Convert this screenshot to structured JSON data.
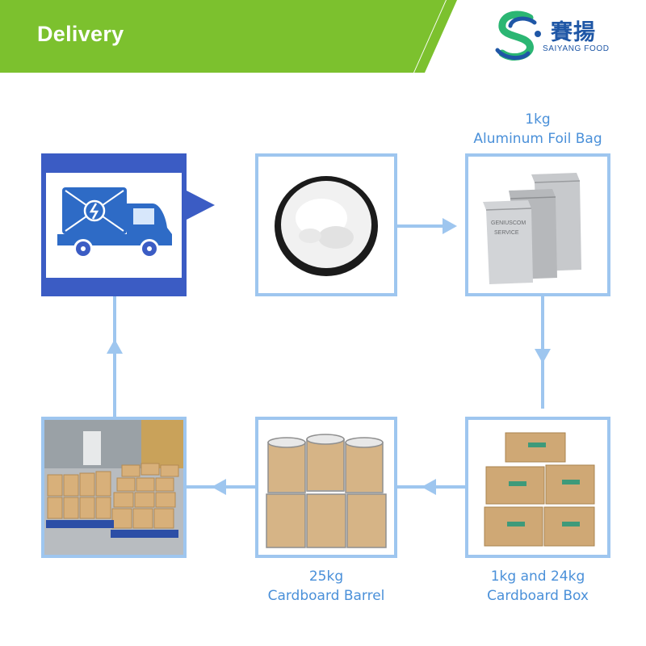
{
  "header": {
    "title": "Delivery",
    "brand_color": "#7cc12e",
    "logo": {
      "chinese": "賽揚",
      "english": "SAIYANG FOOD"
    }
  },
  "diagram": {
    "arrow_color": "#9ec6ef",
    "accent_color": "#3b5cc4",
    "steps": [
      {
        "id": "powder",
        "image": "white-powder-bowl"
      },
      {
        "id": "foil-bag",
        "image": "aluminum-foil-bags",
        "caption_line1": "1kg",
        "caption_line2": "Aluminum Foil Bag",
        "package_print_1": "GENIUSCOM",
        "package_print_2": "SERVICE"
      },
      {
        "id": "cardboard-box",
        "image": "stacked-cardboard-boxes",
        "caption_line1": "1kg and 24kg",
        "caption_line2": "Cardboard Box"
      },
      {
        "id": "cardboard-barrel",
        "image": "cardboard-barrels",
        "caption_line1": "25kg",
        "caption_line2": "Cardboard Barrel"
      },
      {
        "id": "warehouse",
        "image": "palletized-warehouse-stock"
      },
      {
        "id": "truck",
        "image": "delivery-truck-icon"
      }
    ]
  }
}
